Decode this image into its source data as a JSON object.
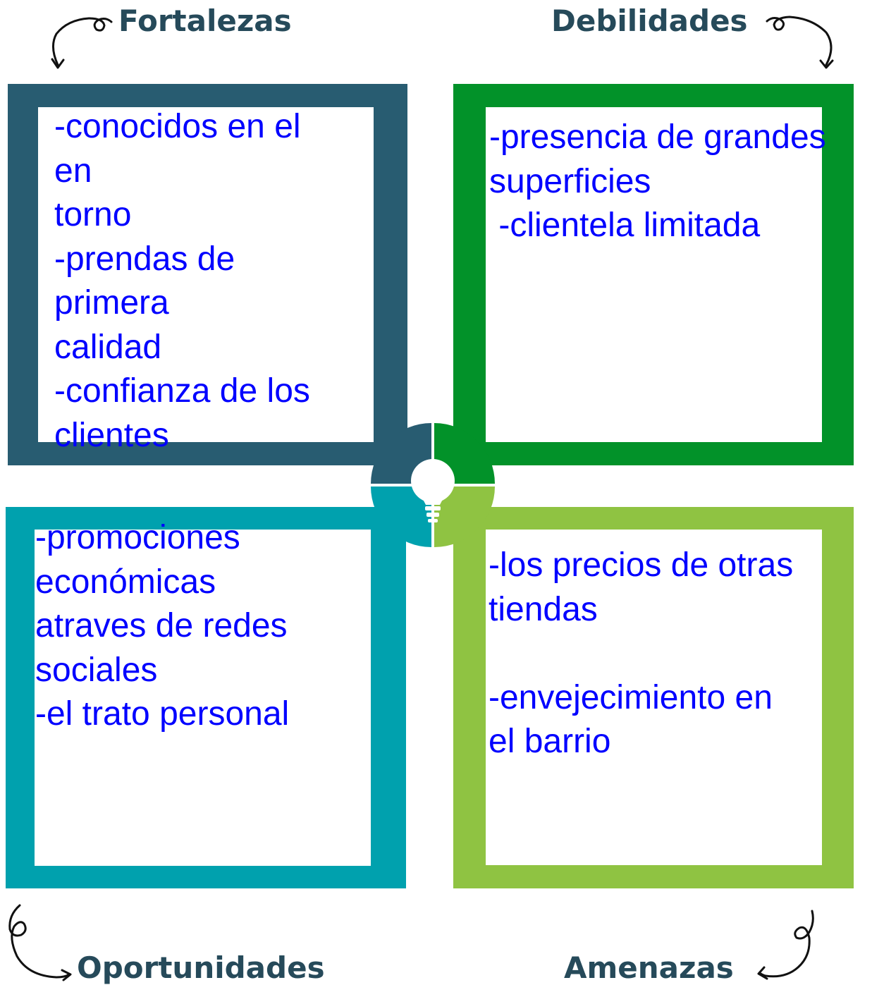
{
  "swot": {
    "strengths": {
      "heading": "Fortalezas",
      "color": "#285c71",
      "text": "-conocidos en el\nen\ntorno\n-prendas de\nprimera\ncalidad\n-confianza de los\nclientes"
    },
    "weaknesses": {
      "heading": "Debilidades",
      "color": "#029229",
      "text": "-presencia de grandes\nsuperficies\n -clientela limitada"
    },
    "opportunities": {
      "heading": "Oportunidades",
      "color": "#00a1ae",
      "text": "-promociones\neconómicas\natraves de redes\nsociales\n-el trato personal"
    },
    "threats": {
      "heading": "Amenazas",
      "color": "#8fc342",
      "text": "-los precios de otras\ntiendas\n\n-envejecimiento en\nel barrio"
    }
  },
  "center": {
    "icon": "lightbulb-icon"
  },
  "decorations": {
    "arrow_icon": "curly-arrow-icon",
    "heading_color": "#264a5a",
    "text_color": "#0000ff"
  }
}
